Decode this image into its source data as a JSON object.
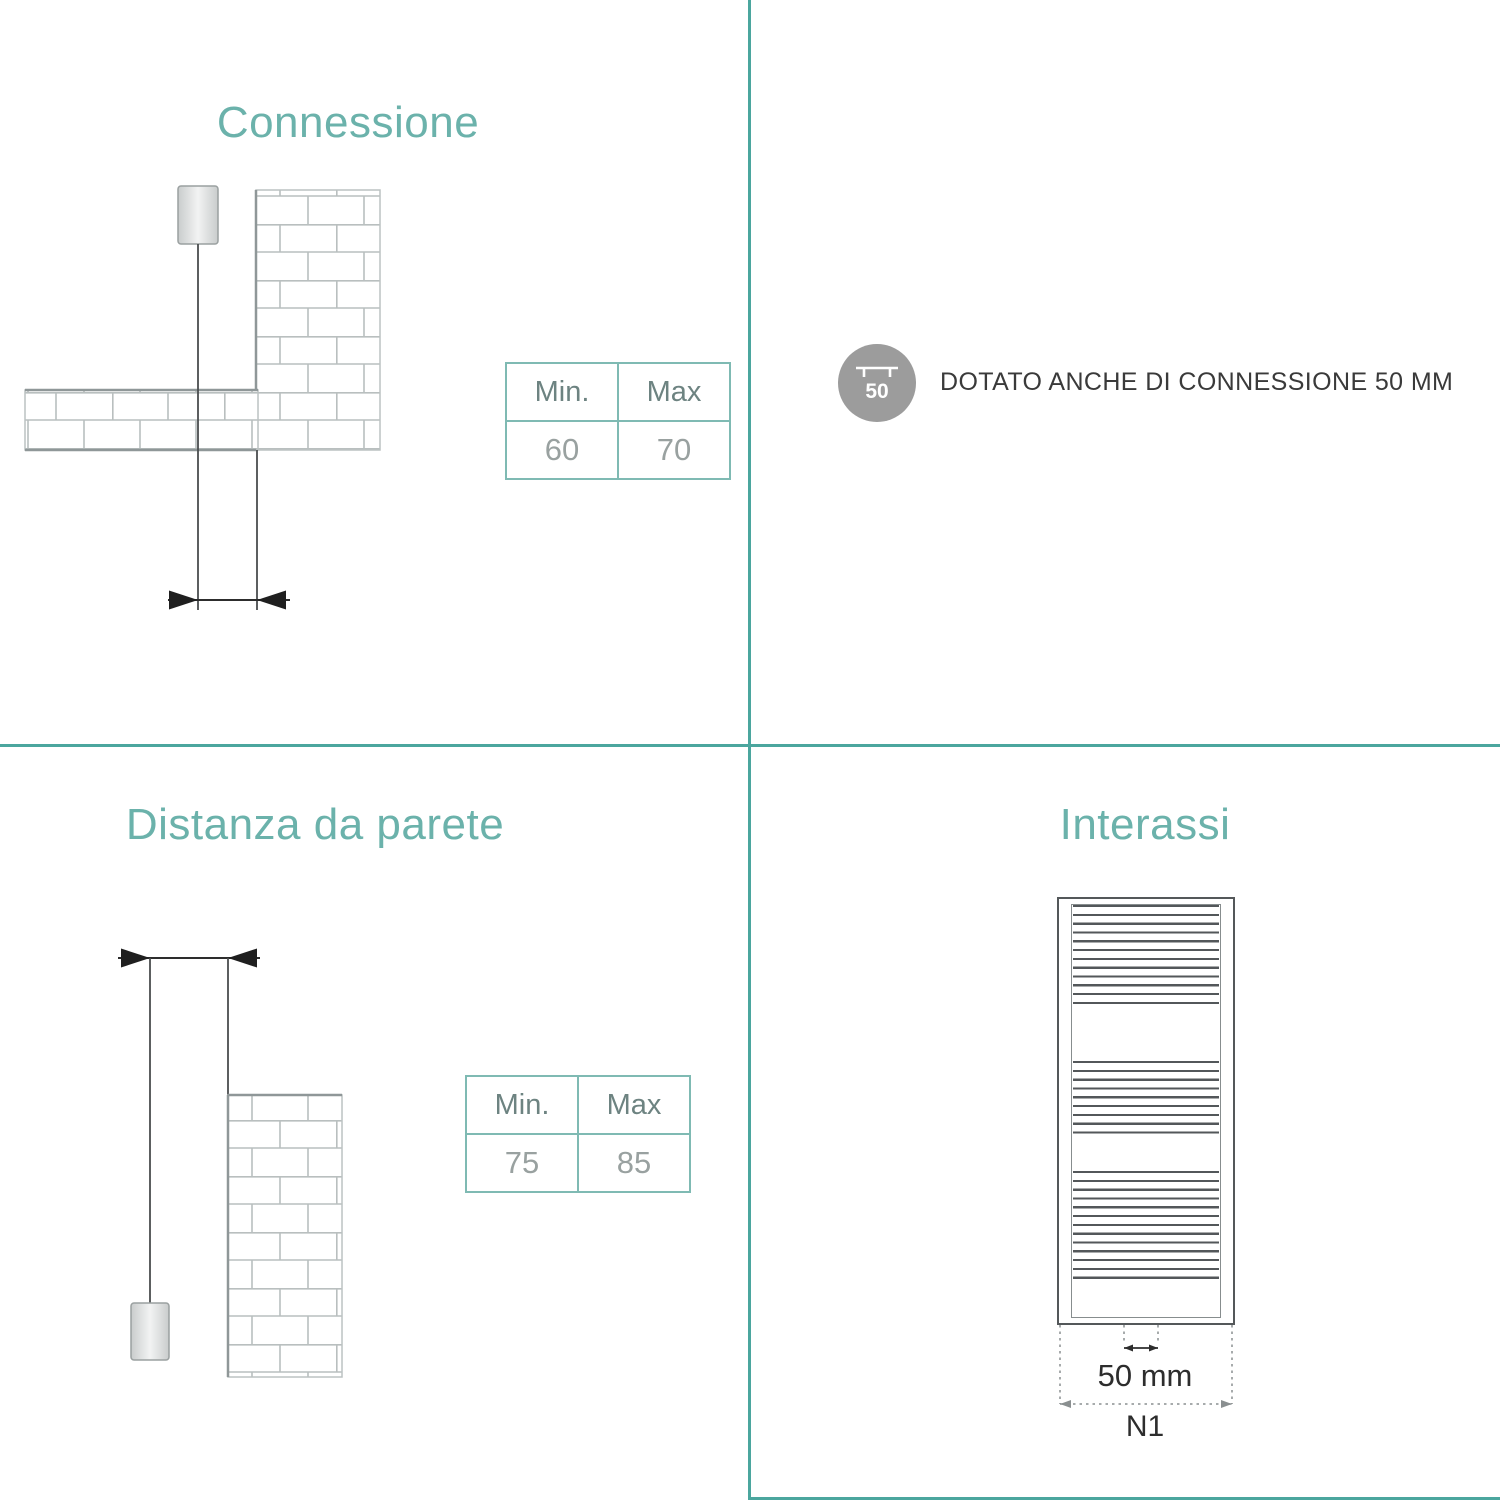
{
  "colors": {
    "accent_title": "#6bb2ab",
    "divider": "#4ba69e",
    "table_border": "#7fbab3",
    "table_header_text": "#6d8381",
    "table_value_text": "#99a1a0",
    "badge_background": "#9c9c9c",
    "note_text": "#3a3a3a",
    "drawing_line": "#4a4d4e"
  },
  "connessione": {
    "title": "Connessione",
    "table": {
      "col1_header": "Min.",
      "col2_header": "Max",
      "col1_value": "60",
      "col2_value": "70"
    }
  },
  "badge": {
    "icon": "towel-rail-connection-icon",
    "value": "50",
    "note": "DOTATO ANCHE DI CONNESSIONE 50 MM"
  },
  "distanza": {
    "title": "Distanza da parete",
    "table": {
      "col1_header": "Min.",
      "col2_header": "Max",
      "col1_value": "75",
      "col2_value": "85"
    }
  },
  "interassi": {
    "title": "Interassi",
    "dim_small_label": "50 mm",
    "dim_total_label": "N1"
  }
}
